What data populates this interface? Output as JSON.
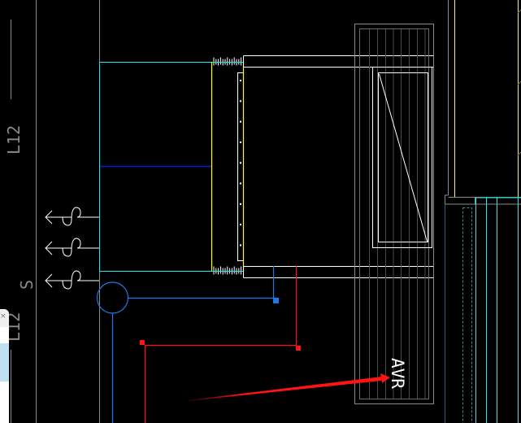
{
  "app": {
    "type": "cad-viewport",
    "background": "#000000"
  },
  "labels": {
    "grid_top": "L12",
    "grid_bottom": "L12",
    "grid_bottom_suffix": "S",
    "equipment_tag": "AVR"
  },
  "popup": {
    "close_glyph": "×"
  },
  "colors": {
    "cyan": "#1de8f2",
    "yellow": "#ffff00",
    "white": "#ffffff",
    "grey": "#8a8a8a",
    "dark_grey": "#555555",
    "blue": "#1e78e6",
    "navy": "#0a1ecc",
    "red": "#ff1414",
    "teal": "#0e6a8a"
  },
  "icons": {
    "flex_connector": "flex-connector-icon",
    "outlet_arrow": "outlet-arrow-icon",
    "annotation_arrow": "annotation-arrow-icon"
  }
}
